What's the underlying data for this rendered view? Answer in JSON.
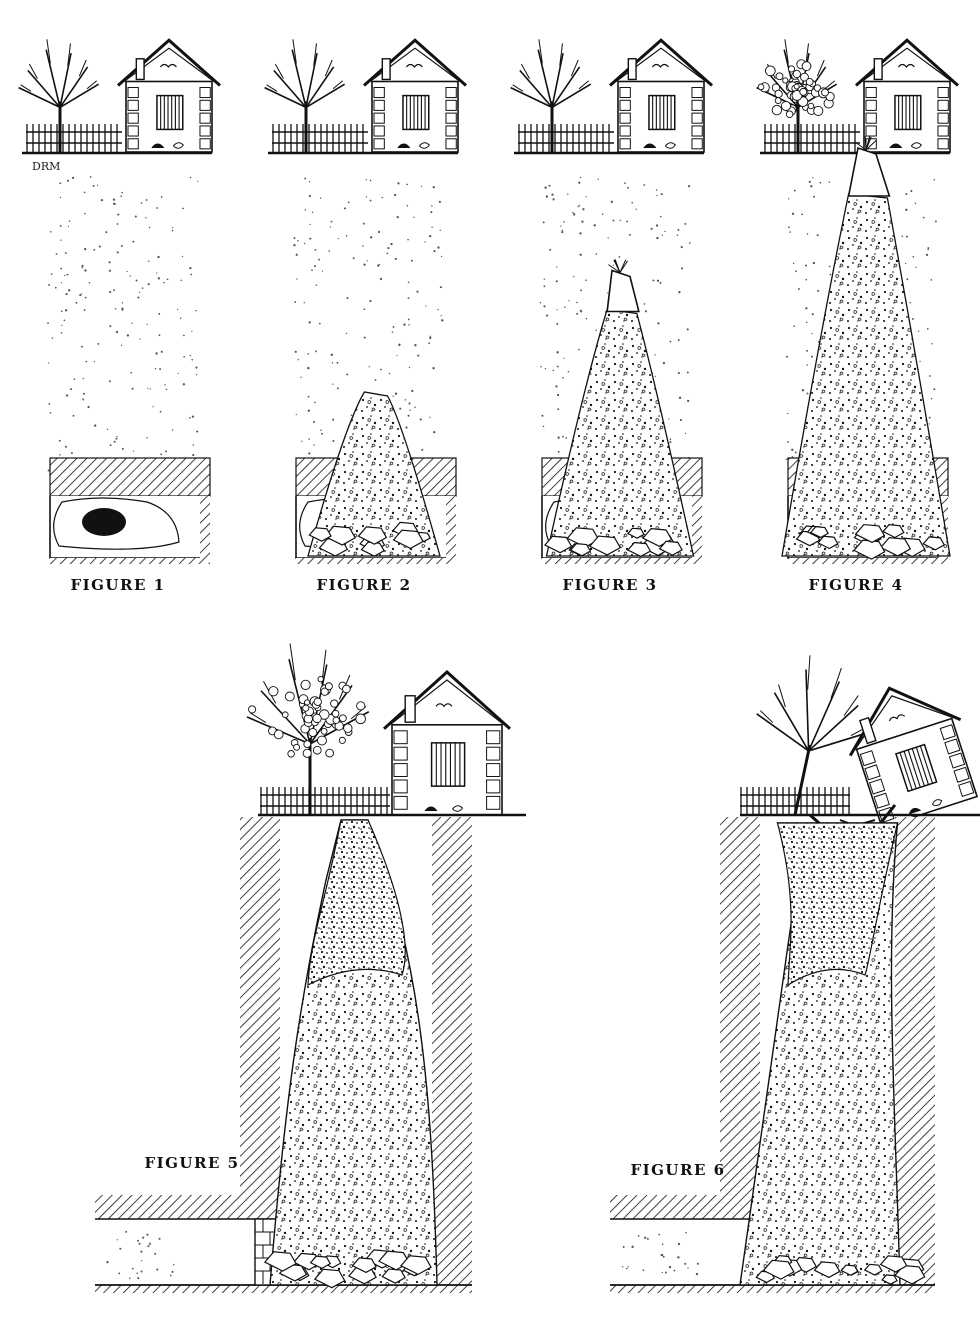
{
  "figures": [
    {
      "id": 1,
      "caption": "FIGURE 1",
      "stage": 0.0
    },
    {
      "id": 2,
      "caption": "FIGURE 2",
      "stage": 0.2
    },
    {
      "id": 3,
      "caption": "FIGURE 3",
      "stage": 0.45
    },
    {
      "id": 4,
      "caption": "FIGURE 4",
      "stage": 0.8
    },
    {
      "id": 5,
      "caption": "FIGURE 5",
      "stage": 1.0
    },
    {
      "id": 6,
      "caption": "FIGURE 6",
      "stage": 1.1
    }
  ],
  "signature": "DRM",
  "colors": {
    "ink": "#111111",
    "paper": "#ffffff",
    "speckle": "#555555"
  }
}
